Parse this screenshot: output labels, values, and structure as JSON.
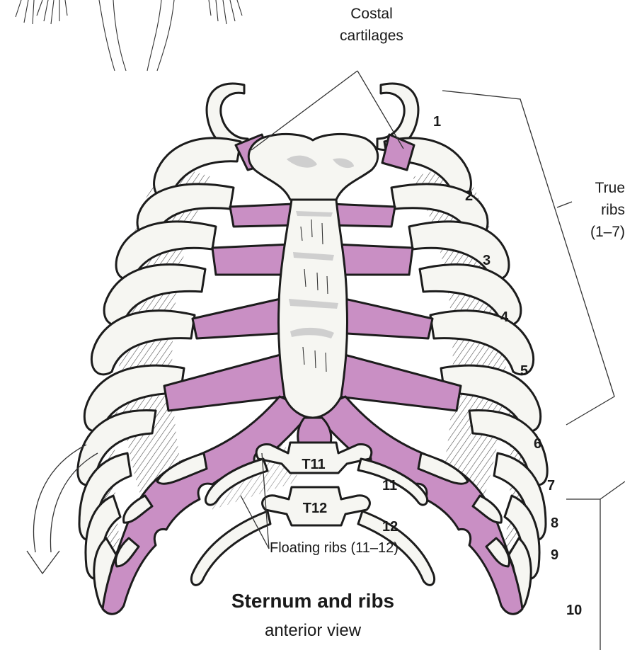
{
  "labels": {
    "costal_cartilages_line1": "Costal",
    "costal_cartilages_line2": "cartilages",
    "true_ribs_line1": "True",
    "true_ribs_line2": "ribs",
    "true_ribs_line3": "(1–7)",
    "floating_ribs": "Floating ribs (11–12)",
    "title": "Sternum and ribs",
    "subtitle": "anterior view"
  },
  "rib_numbers": [
    "1",
    "2",
    "3",
    "4",
    "5",
    "6",
    "7",
    "8",
    "9",
    "10",
    "11",
    "12"
  ],
  "vertebrae": [
    "T11",
    "T12"
  ],
  "colors": {
    "bone": "#f6f6f2",
    "cartilage": "#c98fc4",
    "outline": "#1c1c1c",
    "shadow": "#cfcfcf"
  }
}
